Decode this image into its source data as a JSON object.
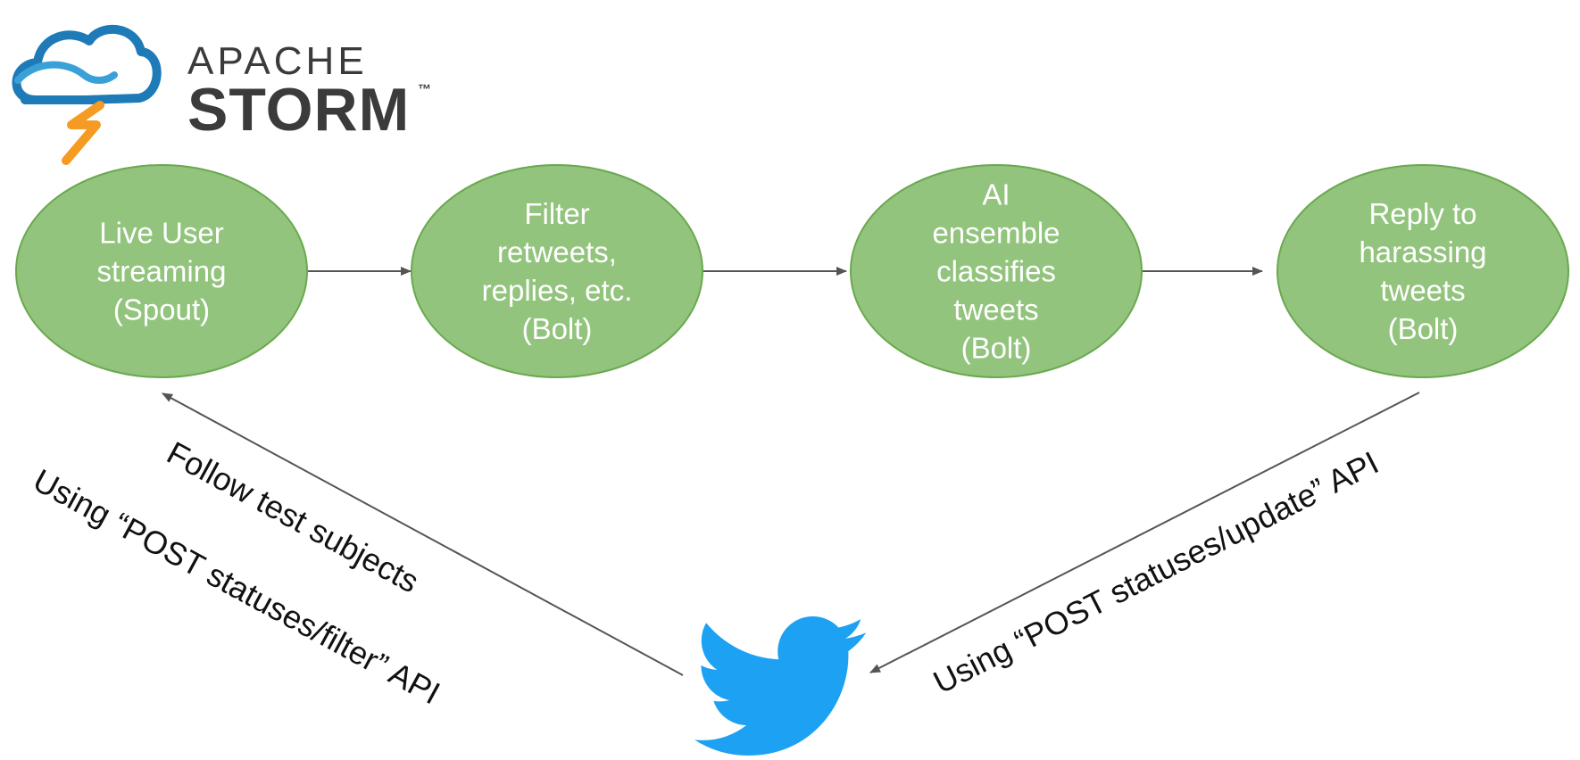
{
  "logo": {
    "line1": "APACHE",
    "line2": "STORM",
    "trademark": "™",
    "icon": "storm-cloud-lightning-icon",
    "colors": {
      "cloud": "#1f7bb8",
      "bolt": "#f59a23",
      "text": "#3b3b3b"
    }
  },
  "nodes": [
    {
      "id": "spout",
      "lines": [
        "Live User",
        "streaming",
        "(Spout)"
      ]
    },
    {
      "id": "filter",
      "lines": [
        "Filter",
        "retweets,",
        "replies, etc.",
        "(Bolt)"
      ]
    },
    {
      "id": "classify",
      "lines": [
        "AI",
        "ensemble",
        "classifies",
        "tweets",
        "(Bolt)"
      ]
    },
    {
      "id": "reply",
      "lines": [
        "Reply to",
        "harassing",
        "tweets",
        "(Bolt)"
      ]
    }
  ],
  "edges": [
    {
      "from": "spout",
      "to": "filter"
    },
    {
      "from": "filter",
      "to": "classify"
    },
    {
      "from": "classify",
      "to": "reply"
    },
    {
      "from": "twitter",
      "to": "spout"
    },
    {
      "from": "reply",
      "to": "twitter"
    }
  ],
  "edge_labels": {
    "follow": "Follow test subjects",
    "filter_api": "Using “POST statuses/filter” API",
    "update_api": "Using “POST statuses/update” API"
  },
  "twitter": {
    "icon": "twitter-bird-icon",
    "color": "#1da1f2"
  },
  "colors": {
    "node_fill": "#93c47d",
    "node_stroke": "#6aa84f",
    "node_text": "#ffffff",
    "arrow": "#555555"
  }
}
